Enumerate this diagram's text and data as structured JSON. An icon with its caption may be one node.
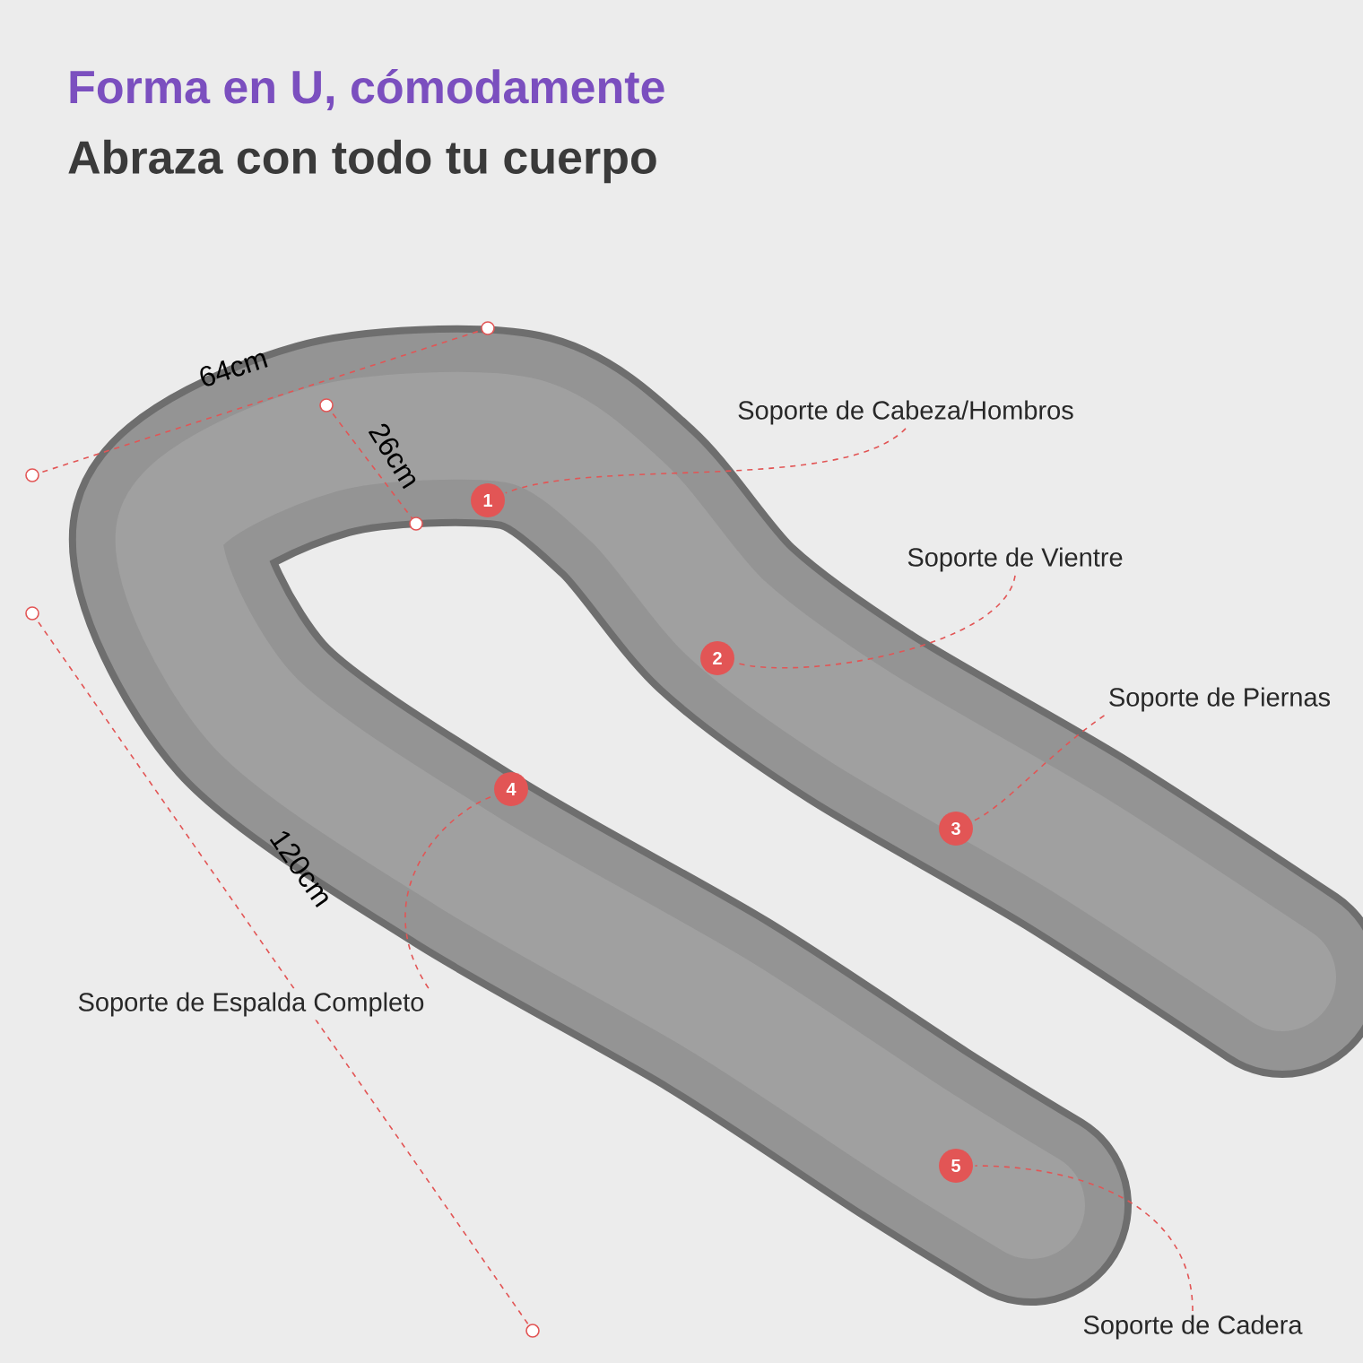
{
  "diagram": {
    "title": "Forma en U, cómodamente",
    "nodes": [
      {
        "text": [
          "1"
        ]
      },
      {
        "text": [
          "Soporte de Cabeza/Hombros"
        ]
      },
      {
        "text": [
          "2"
        ]
      },
      {
        "text": [
          "Soporte de Vientre"
        ]
      },
      {
        "text": [
          "3"
        ]
      },
      {
        "text": [
          "Soporte de Piernas"
        ]
      },
      {
        "text": [
          "4"
        ]
      },
      {
        "text": [
          "Soporte de Espalda Completo"
        ]
      },
      {
        "text": [
          "5"
        ]
      },
      {
        "text": [
          "Soporte de Cadera"
        ]
      }
    ],
    "edges": [
      {
        "from": 1,
        "to": 0,
        "arrow": "none"
      },
      {
        "from": 3,
        "to": 2,
        "arrow": "none"
      },
      {
        "from": 5,
        "to": 4,
        "arrow": "none"
      },
      {
        "from": 7,
        "to": 6,
        "arrow": "none"
      },
      {
        "from": 9,
        "to": 8,
        "arrow": "none"
      }
    ],
    "labels": [
      "Abraza con todo tu cuerpo",
      "64cm",
      "26cm",
      "120cm"
    ]
  }
}
